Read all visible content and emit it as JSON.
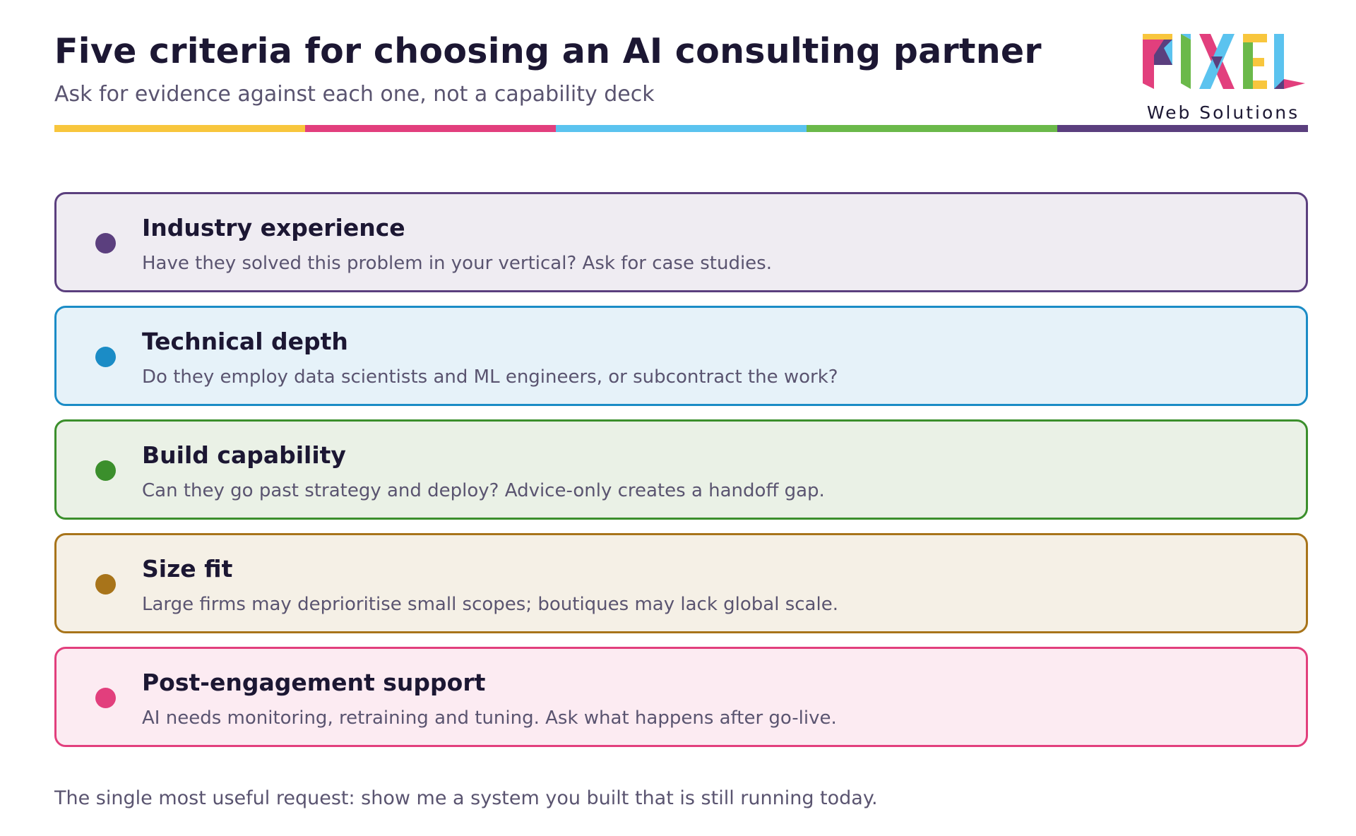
{
  "header": {
    "title": "Five criteria for choosing an AI consulting partner",
    "subtitle": "Ask for evidence against each one, not a capability deck"
  },
  "logo": {
    "wordmark": "PIXEL",
    "tagline": "Web Solutions"
  },
  "stripe_colors": [
    "#f8c63d",
    "#e23f7d",
    "#5bc3ef",
    "#6bb94a",
    "#5b3f7e"
  ],
  "criteria": [
    {
      "title": "Industry experience",
      "description": "Have they solved this problem in your vertical? Ask for case studies.",
      "accent": "#5b3f7e",
      "background": "#efecf2"
    },
    {
      "title": "Technical depth",
      "description": "Do they employ data scientists and ML engineers, or subcontract the work?",
      "accent": "#1b8cc6",
      "background": "#e6f2f9"
    },
    {
      "title": "Build capability",
      "description": "Can they go past strategy and deploy? Advice-only creates a handoff gap.",
      "accent": "#3b8f2c",
      "background": "#eaf1e6"
    },
    {
      "title": "Size fit",
      "description": "Large firms may deprioritise small scopes; boutiques may lack global scale.",
      "accent": "#a8741a",
      "background": "#f5f0e6"
    },
    {
      "title": "Post-engagement support",
      "description": "AI needs monitoring, retraining and tuning. Ask what happens after go-live.",
      "accent": "#e23f7d",
      "background": "#fcebf2"
    }
  ],
  "footer": {
    "note": "The single most useful request: show me a system you built that is still running today."
  }
}
